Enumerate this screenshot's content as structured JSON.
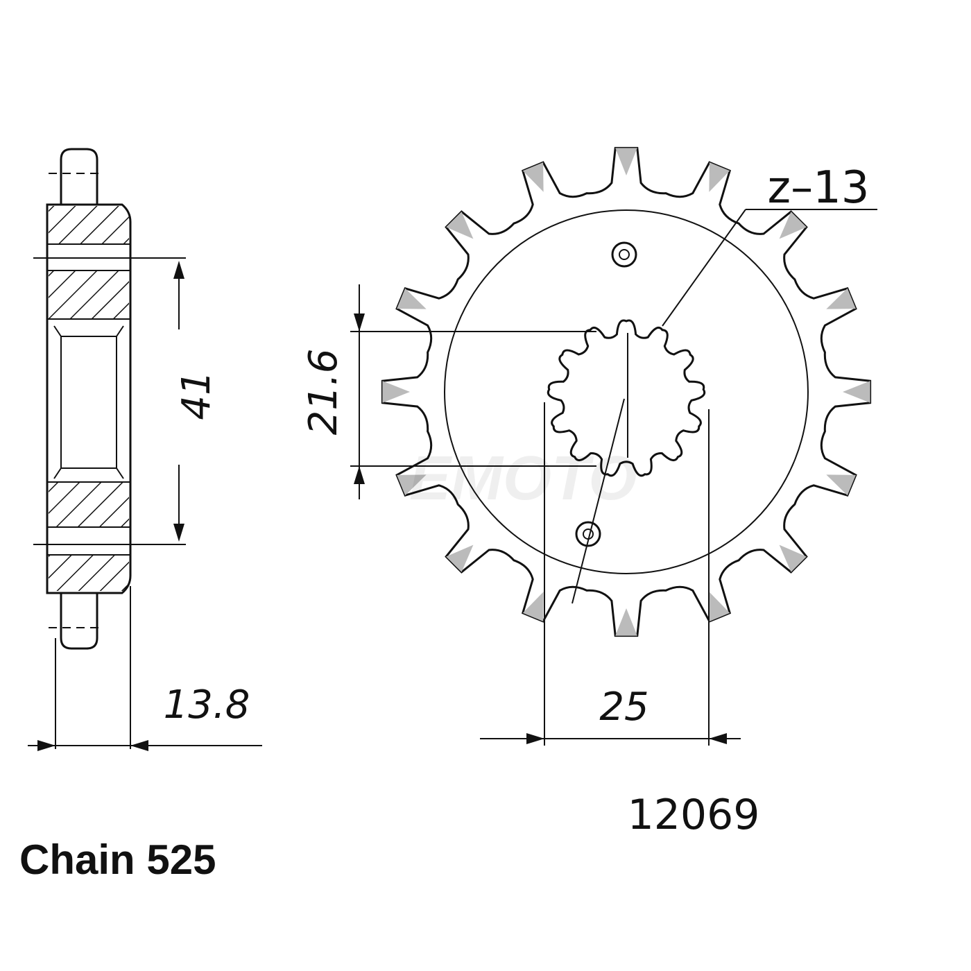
{
  "part_number": "12069",
  "chain": "Chain 525",
  "teeth_label": "z–13",
  "dimensions": {
    "bolt_circle": "41",
    "spline_diameter": "21.6",
    "width": "13.8",
    "spline_outer": "25"
  },
  "sprocket_teeth": 16,
  "spline_teeth": 13,
  "watermark": "EMOTO"
}
